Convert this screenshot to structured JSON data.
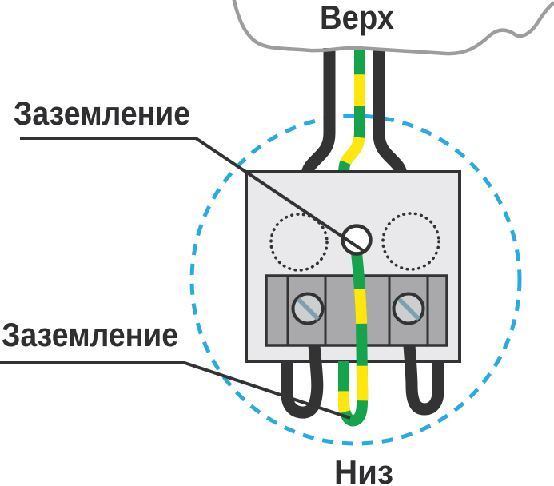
{
  "diagram": {
    "labels": {
      "top": "Верх",
      "bottom": "Низ",
      "ground_upper": "Заземление",
      "ground_lower": "Заземление"
    },
    "colors": {
      "outline": "#333333",
      "text": "#2f2f31",
      "wall_line": "#9d9d9d",
      "box_fill": "#e9e9eb",
      "strip_fill": "#a9a9ab",
      "screw_fill": "#ccced0",
      "screw_slot": "#7e9fae",
      "ground_screw_fill": "#ffffff",
      "ground_green": "#15a34c",
      "ground_yellow": "#ffe70d",
      "mount_circle": "#29abe2"
    }
  }
}
